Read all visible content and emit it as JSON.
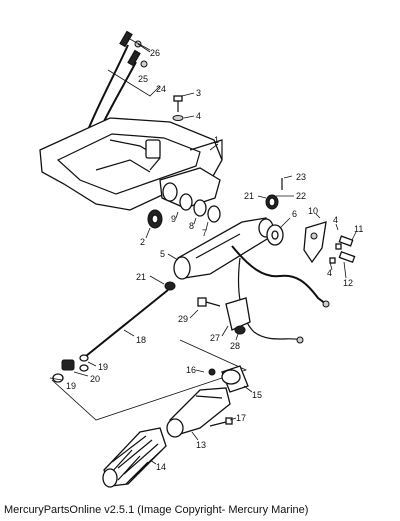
{
  "footer": {
    "caption": "MercuryPartsOnline v2.5.1 (Image Copyright- Mercury Marine)"
  },
  "callouts": [
    "26",
    "25",
    "24",
    "3",
    "4",
    "1",
    "23",
    "22",
    "21",
    "6",
    "10",
    "4",
    "11",
    "9",
    "8",
    "7",
    "2",
    "5",
    "21",
    "12",
    "4",
    "18",
    "29",
    "27",
    "28",
    "19",
    "20",
    "19",
    "16",
    "15",
    "17",
    "13",
    "14"
  ]
}
